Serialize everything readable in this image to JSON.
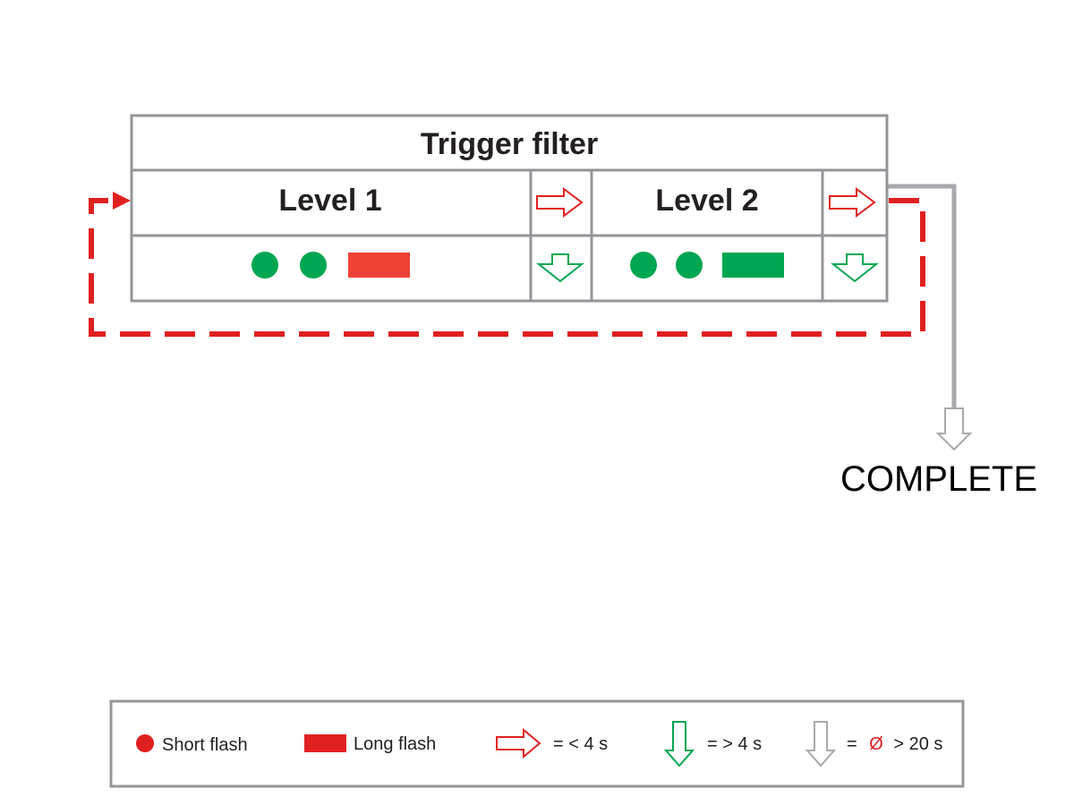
{
  "title": "Trigger filter",
  "levels": [
    {
      "label": "Level 1",
      "pattern": [
        "short",
        "short",
        "long"
      ],
      "pattern_color": "#00a651",
      "long_color": "#ef4136"
    },
    {
      "label": "Level 2",
      "pattern": [
        "short",
        "short",
        "long"
      ],
      "pattern_color": "#00a651",
      "long_color": "#00a651"
    }
  ],
  "outcome": "COMPLETE",
  "legend": {
    "short_flash": "Short flash",
    "long_flash": "Long flash",
    "right_arrow_text": "= < 4 s",
    "down_green_text": "= > 4 s",
    "down_gray_equals": "=",
    "down_gray_symbol": "Ø",
    "down_gray_rest": "> 20 s"
  },
  "colors": {
    "grid": "#939598",
    "red": "#e02020",
    "green": "#00a651",
    "gray": "#a7a9ac",
    "text": "#231f20"
  }
}
